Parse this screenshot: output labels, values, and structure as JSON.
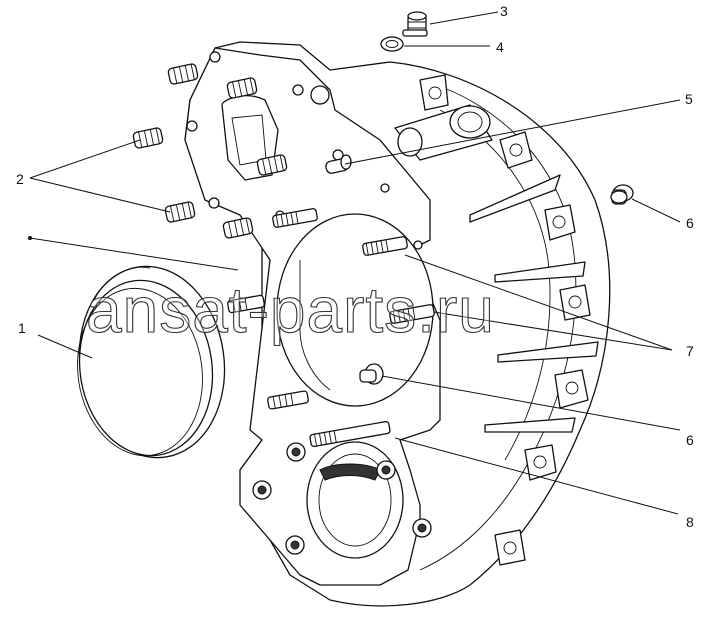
{
  "diagram": {
    "callouts": [
      {
        "id": "c1",
        "text": "1"
      },
      {
        "id": "c2",
        "text": "2"
      },
      {
        "id": "c3",
        "text": "3"
      },
      {
        "id": "c4",
        "text": "4"
      },
      {
        "id": "c5",
        "text": "5"
      },
      {
        "id": "c6a",
        "text": "6"
      },
      {
        "id": "c6b",
        "text": "6"
      },
      {
        "id": "c7",
        "text": "7"
      },
      {
        "id": "c8",
        "text": "8"
      }
    ],
    "watermark": "ansat-parts.ru"
  }
}
